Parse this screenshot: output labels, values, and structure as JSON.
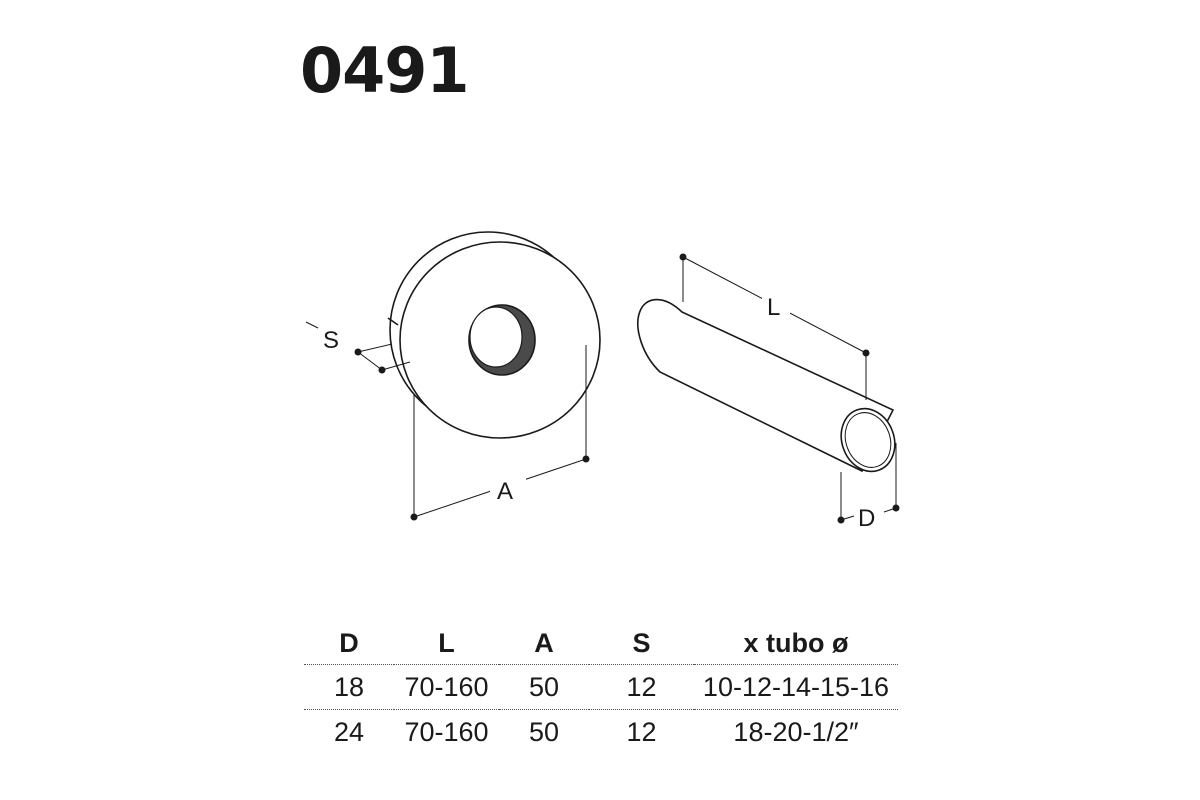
{
  "product_code": "0491",
  "labels": {
    "s": "S",
    "a": "A",
    "l": "L",
    "d": "D"
  },
  "table": {
    "headers": [
      "D",
      "L",
      "A",
      "S",
      "x tubo ø"
    ],
    "rows": [
      [
        "18",
        "70-160",
        "50",
        "12",
        "10-12-14-15-16"
      ],
      [
        "24",
        "70-160",
        "50",
        "12",
        "18-20-1/2″"
      ]
    ]
  }
}
